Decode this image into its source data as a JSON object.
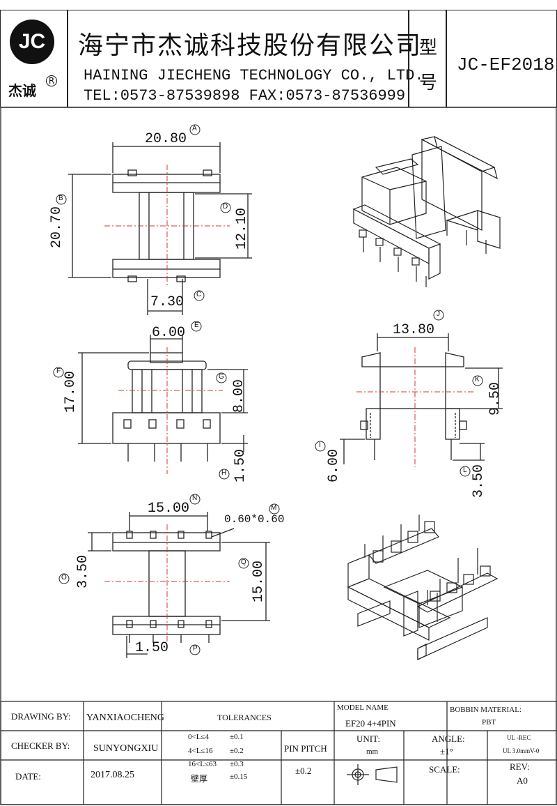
{
  "header": {
    "logo_text": "JC",
    "logo_cn": "杰诚",
    "logo_mark": "R",
    "company_cn": "海宁市杰诚科技股份有限公司",
    "company_en": "HAINING JIECHENG TECHNOLOGY CO., LTD.",
    "contact": "TEL:0573-87539898  FAX:0573-87536999",
    "type_label_1": "型",
    "type_label_2": "号",
    "model": "JC-EF2018"
  },
  "dims": {
    "a": "20.80",
    "b": "20.70",
    "c": "7.30",
    "d": "12.10",
    "e": "6.00",
    "f": "17.00",
    "g": "8.00",
    "h": "1.50",
    "i": "6.00",
    "j": "13.80",
    "k": "9.50",
    "l": "3.50",
    "m": "0.60*0.60",
    "n": "15.00",
    "o": "3.50",
    "p": "1.50",
    "q": "15.00"
  },
  "markers": {
    "a": "A",
    "b": "B",
    "c": "C",
    "d": "D",
    "e": "E",
    "f": "F",
    "g": "G",
    "h": "H",
    "i": "I",
    "j": "J",
    "k": "K",
    "l": "L",
    "m": "M",
    "n": "N",
    "o": "O",
    "p": "P",
    "q": "Q"
  },
  "title_block": {
    "drawing_by_label": "DRAWING  BY:",
    "drawing_by": "YANXIAOCHENG",
    "tolerances_label": "TOLERANCES",
    "model_name_label": "MODEL NAME",
    "model_name": "EF20  4+4PIN",
    "bobbin_material_label": "BOBBIN MATERIAL:",
    "bobbin_material": "PBT",
    "checker_by_label": "CHECKER  BY:",
    "checker_by": "SUNYONGXIU",
    "tol_rows": [
      {
        "range": "0<L≤4",
        "value": "±0.1"
      },
      {
        "range": "4<L≤16",
        "value": "±0.2"
      },
      {
        "range": "16<L≤63",
        "value": "±0.3"
      },
      {
        "range": "壁厚",
        "value": "±0.15"
      }
    ],
    "pin_pitch_label": "PIN PITCH",
    "pin_pitch": "±0.2",
    "unit_label": "UNIT:",
    "unit": "mm",
    "angle_label": "ANGLE:",
    "angle": "±1°",
    "ul_1": "UL -REC",
    "ul_2": "UL  3.0mmV-0",
    "date_label": "DATE:",
    "date": "2017.08.25",
    "scale_label": "SCALE:",
    "rev_label": "REV:",
    "rev": "A0"
  }
}
